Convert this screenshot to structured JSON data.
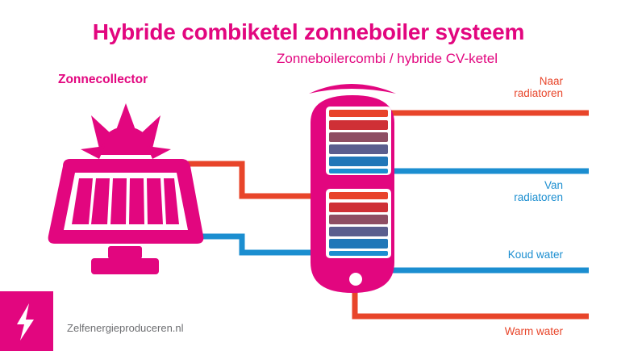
{
  "title": "Hybride combiketel zonneboiler systeem",
  "subtitle": "Zonneboilercombi / hybride CV-ketel",
  "labels": {
    "collector": "Zonnecollector",
    "naar_radiatoren": "Naar\nradiatoren",
    "van_radiatoren": "Van\nradiatoren",
    "koud_water": "Koud water",
    "warm_water": "Warm water"
  },
  "brand": {
    "name": "Zelfenergieproduceren.nl",
    "logo_icon": "lightning-bolt-icon"
  },
  "colors": {
    "magenta": "#e2067f",
    "red": "#e8452a",
    "blue": "#1b8ed0",
    "gray_text": "#6d6e71",
    "white": "#ffffff"
  },
  "tank": {
    "upper_chamber_bars": [
      "#e8432a",
      "#cf3036",
      "#8e4e63",
      "#5a5e8e",
      "#2077b8",
      "#1b8ed0"
    ],
    "lower_chamber_bars": [
      "#e8432a",
      "#cf3036",
      "#8e4e63",
      "#5a5e8e",
      "#2077b8",
      "#1b8ed0"
    ],
    "valve_icon": "valve-dot-icon"
  },
  "collector": {
    "sun_icon": "sun-icon",
    "panel_cells": 6
  },
  "pipes": [
    {
      "name": "collector-supply",
      "color": "#e8452a",
      "from": "zonnecollector",
      "to": "tank-lower-chamber"
    },
    {
      "name": "collector-return",
      "color": "#1b8ed0",
      "from": "tank-lower-chamber",
      "to": "zonnecollector"
    },
    {
      "name": "naar-radiatoren",
      "color": "#e8452a",
      "from": "tank-upper-chamber",
      "to": "radiators"
    },
    {
      "name": "van-radiatoren",
      "color": "#1b8ed0",
      "from": "radiators",
      "to": "tank-upper-chamber"
    },
    {
      "name": "koud-water",
      "color": "#1b8ed0",
      "from": "mains",
      "to": "tank"
    },
    {
      "name": "warm-water",
      "color": "#e8452a",
      "from": "tank",
      "to": "taps"
    }
  ]
}
